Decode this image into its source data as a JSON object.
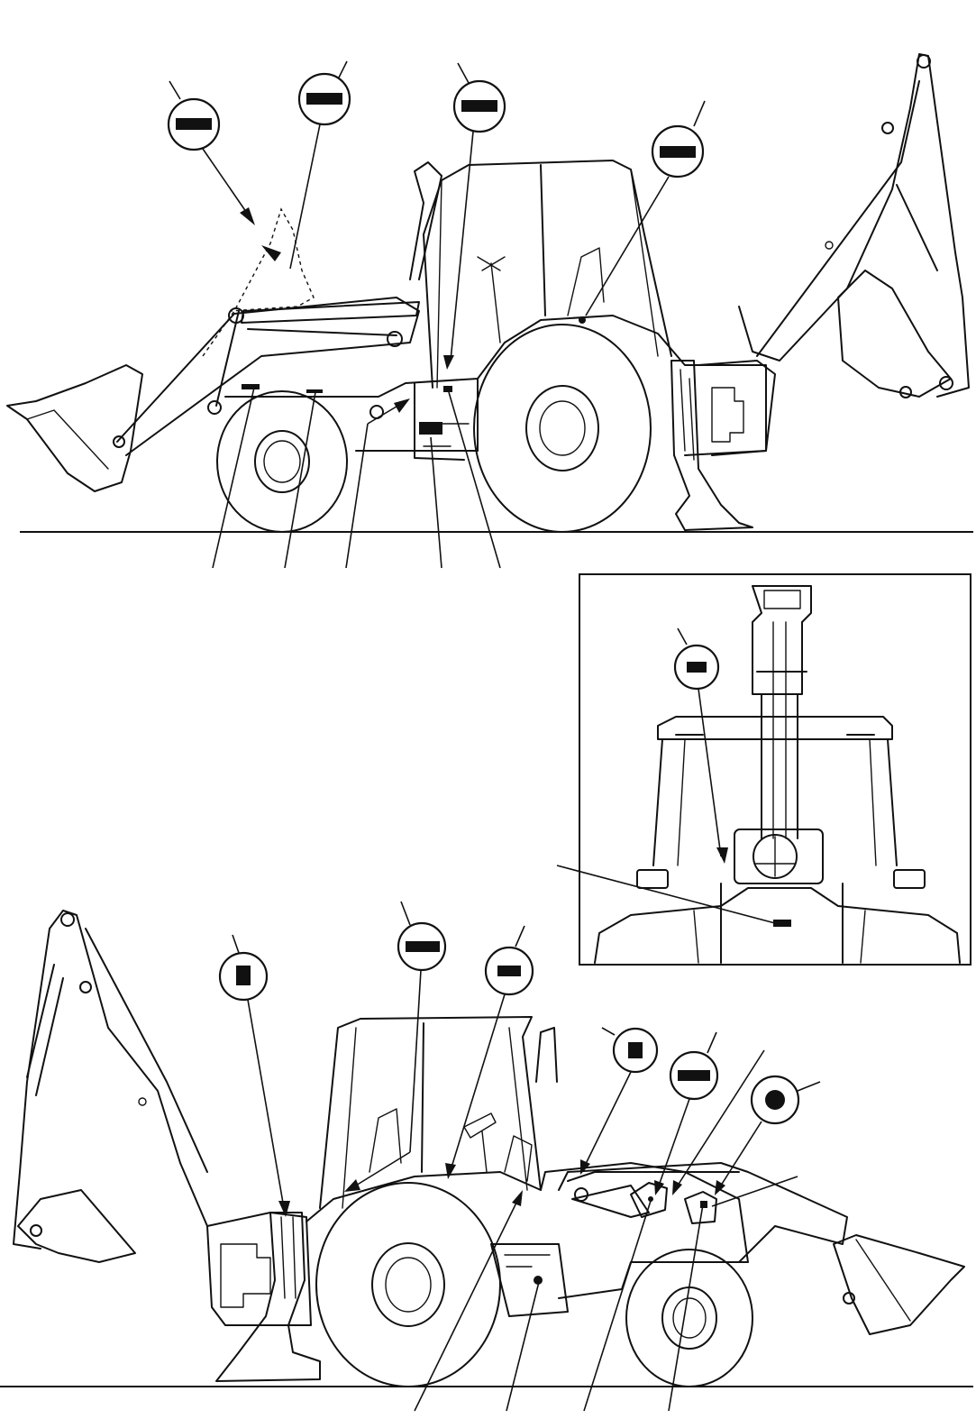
{
  "figure": {
    "views": [
      {
        "id": "left-side-view",
        "callouts": 5,
        "leader_lines": 5
      },
      {
        "id": "rear-view-inset",
        "callouts": 1,
        "leader_lines": 1
      },
      {
        "id": "right-side-view",
        "callouts": 7,
        "leader_lines": 4
      }
    ],
    "labels_redacted": true,
    "colors": {
      "line": "#111111",
      "background": "#ffffff",
      "label_mask": "#111111"
    }
  }
}
